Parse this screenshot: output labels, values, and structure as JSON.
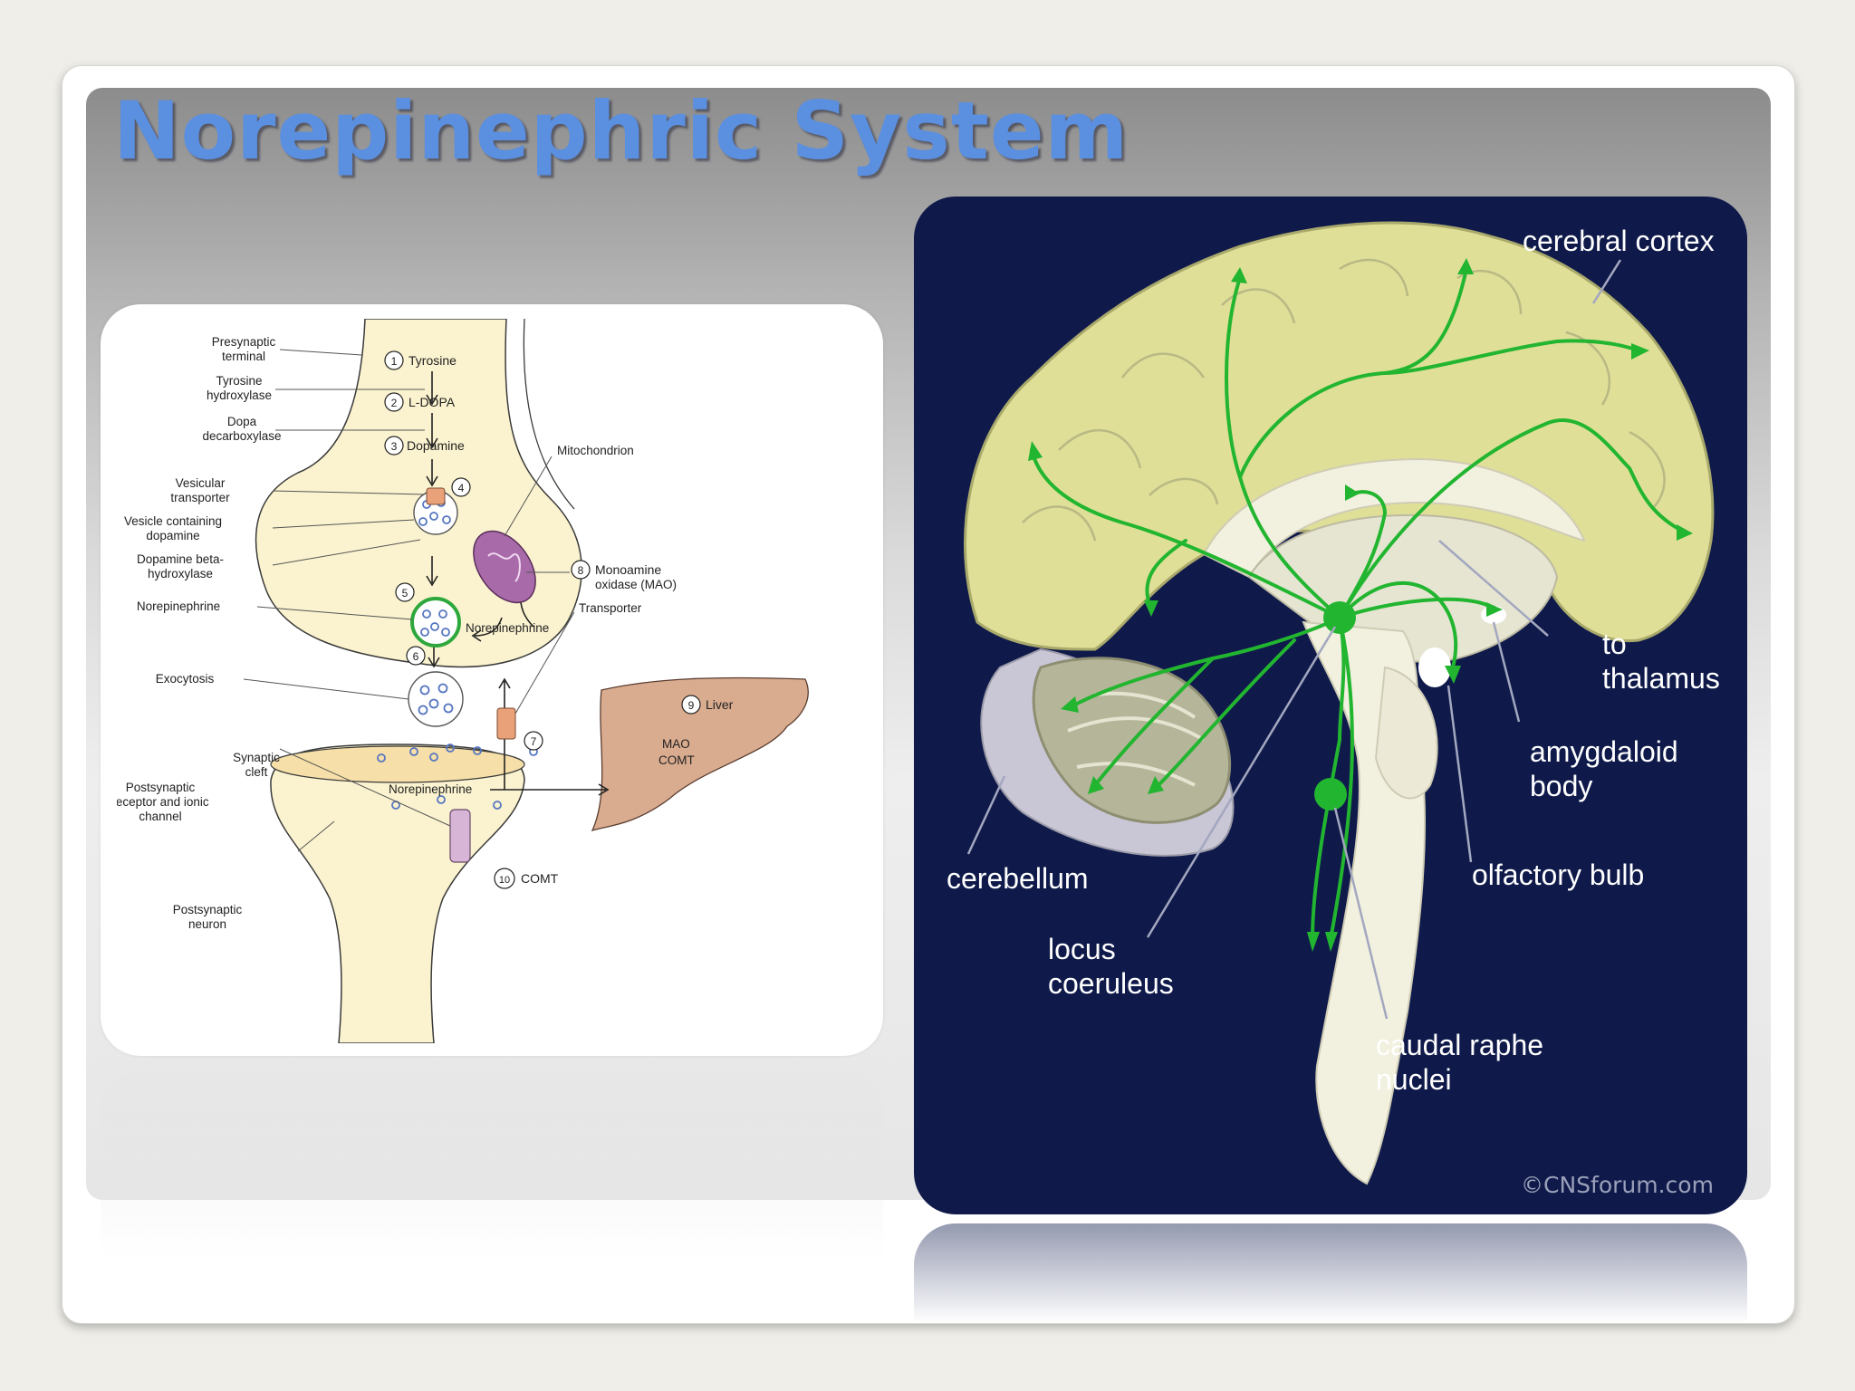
{
  "slide": {
    "title": "Norepinephric System"
  },
  "synapse_diagram": {
    "left_labels": [
      "Presynaptic",
      "terminal",
      "Tyrosine",
      "hydroxylase",
      "Dopa",
      "decarboxylase",
      "Vesicular",
      "transporter",
      "Vesicle containing",
      "dopamine",
      "Dopamine beta-",
      "hydroxylase",
      "Norepinephrine",
      "Exocytosis",
      "Synaptic",
      "cleft",
      "Postsynaptic",
      "receptor and ionic",
      "channel",
      "Postsynaptic",
      "neuron"
    ],
    "steps": [
      {
        "num": "1",
        "label": "Tyrosine"
      },
      {
        "num": "2",
        "label": "L-DOPA"
      },
      {
        "num": "3",
        "label": "Dopamine"
      },
      {
        "num": "4",
        "label": ""
      },
      {
        "num": "5",
        "label": ""
      },
      {
        "num": "6",
        "label": ""
      },
      {
        "num": "7",
        "label": ""
      },
      {
        "num": "8",
        "label": "Monoamine"
      },
      {
        "num": "9",
        "label": "Liver"
      },
      {
        "num": "10",
        "label": "COMT"
      }
    ],
    "right_labels": {
      "mitochondrion": "Mitochondrion",
      "mao_line2": "oxidase (MAO)",
      "transporter": "Transporter",
      "norepinephrine_reuptake": "Norepinephrine",
      "norepinephrine_cleft": "Norepinephrine",
      "liver_mao": "MAO",
      "liver_comt": "COMT"
    },
    "colors": {
      "neuron_fill": "#fbf3cf",
      "liver_fill": "#d9ab8f",
      "vesicle_ring": "#2ea83c",
      "mito_fill": "#a86aa8"
    }
  },
  "brain_diagram": {
    "labels": {
      "cerebral_cortex": "cerebral cortex",
      "to": "to",
      "thalamus": "thalamus",
      "amygdaloid": "amygdaloid",
      "body": "body",
      "olfactory_bulb": "olfactory bulb",
      "cerebellum": "cerebellum",
      "locus": "locus",
      "coeruleus": "coeruleus",
      "caudal_raphe": "caudal raphe",
      "nuclei": "nuclei"
    },
    "copyright": "©CNSforum.com",
    "colors": {
      "background": "#0f1a4b",
      "cortex": "#dfdf98",
      "pathway": "#22b530",
      "brainstem": "#f2f0df",
      "cerebellum": "#b5b59a"
    }
  }
}
